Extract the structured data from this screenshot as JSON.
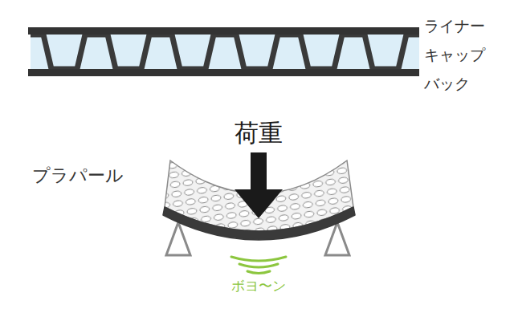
{
  "diagram": {
    "labels": [
      "ライナー",
      "キャップ",
      "バック",
      "荷重",
      "プラパール",
      "ボヨ〜ン"
    ]
  }
}
